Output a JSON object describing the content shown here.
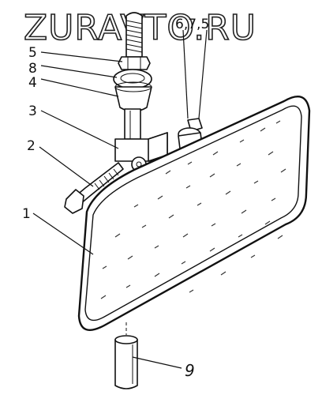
{
  "watermark": "ZURAVTO.RU",
  "callouts": {
    "c1": "1",
    "c2": "2",
    "c3": "3",
    "c4": "4",
    "c5": "5",
    "c8": "8",
    "c675": "6,7,5",
    "c9": "9"
  }
}
